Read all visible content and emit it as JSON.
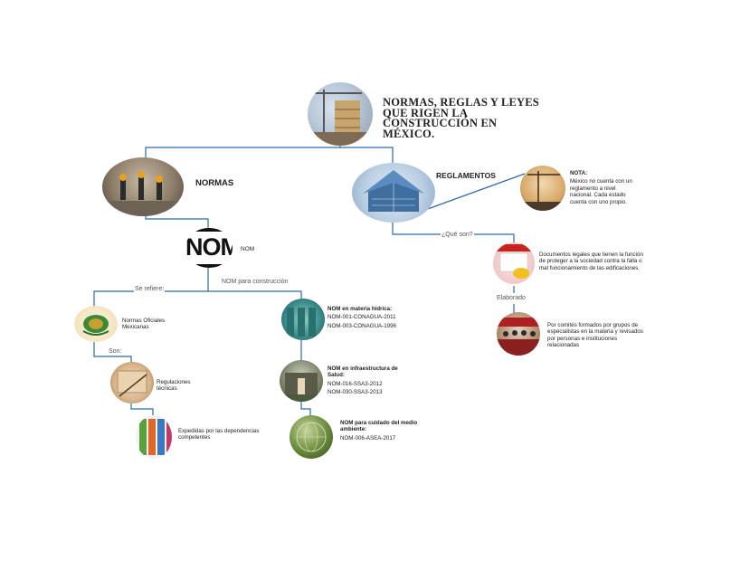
{
  "title": "NORMAS, REGLAS  Y LEYES QUE RIGEN LA CONSTRUCCIÓN EN MÉXICO.",
  "branches": {
    "normas": "NORMAS",
    "reglamentos": "REGLAMENTOS"
  },
  "nota": {
    "label": "NOTA:",
    "text": "México no cuenta con un reglamento a nivel nacional. Cada estado cuenta con uno propio."
  },
  "reglamentos_detail": {
    "que_son": "¿Qué son?",
    "definition": "Documentos legales que tienen la función de proteger a la sociedad contra la falla o mal funcionamiento de las edificaciones.",
    "elaborado": "Elaborado",
    "elaborado_text": "Por comités formados por grupos de especialistas en la materia y revisados por personas e instituciones relacionadas"
  },
  "nom": {
    "logo": "NOM",
    "label": "NOM",
    "se_refiere": "Se refiere:",
    "para_construccion": "NOM para construcción",
    "oficiales": "Normas Oficiales Mexicanas",
    "son": "Son:",
    "regulaciones": "Regulaciones técnicas",
    "expedidas": "Expedidas por las dependencias competentes"
  },
  "construccion": {
    "hidrica": {
      "title": "NOM en materia hídrica:",
      "items": [
        "NOM-001-CONAGUA-2011",
        "NOM-003-CONAGUA-1996"
      ]
    },
    "salud": {
      "title": "NOM en infraestructura de Salud:",
      "items": [
        "NOM-016-SSA3-2012",
        "NOM-030-SSA3-2013"
      ]
    },
    "ambiente": {
      "title": "NOM para cuidado del medio ambiente:",
      "items": [
        "NOM-006-ASEA-2017"
      ]
    }
  },
  "colors": {
    "connector": "#2e6aa8",
    "nom_connector": "#4a7fb5"
  }
}
